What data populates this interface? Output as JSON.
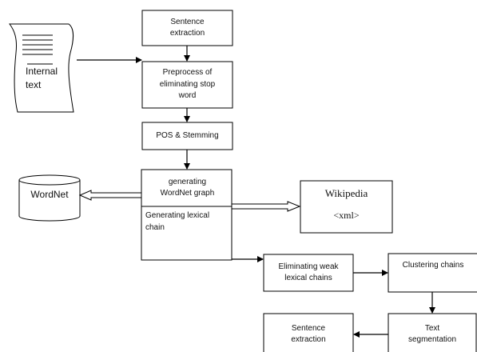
{
  "nodes": {
    "sentence_extraction_top": [
      "Sentence",
      "extraction"
    ],
    "preprocess": [
      "Preprocess of",
      "eliminating stop",
      "word"
    ],
    "pos_stemming": [
      "POS & Stemming"
    ],
    "generating_graph": [
      "generating",
      "WordNet graph"
    ],
    "generating_chain": [
      "Generating lexical",
      "chain"
    ],
    "eliminating_weak": [
      "Eliminating  weak",
      "lexical chains"
    ],
    "clustering": [
      "Clustering chains"
    ],
    "text_segmentation": [
      "Text",
      "segmentation"
    ],
    "sentence_extraction_bottom": [
      "Sentence",
      "extraction"
    ],
    "wordnet": [
      "WordNet"
    ],
    "wikipedia": [
      "Wikipedia"
    ],
    "wikipedia_format": [
      "<xml>"
    ],
    "internal_text": [
      "Internal",
      "text"
    ]
  },
  "colors": {
    "stroke": "#000000",
    "fill": "#ffffff",
    "text": "#111111"
  }
}
